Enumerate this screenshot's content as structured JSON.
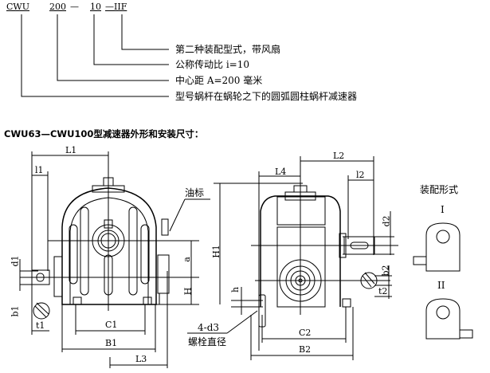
{
  "model_code": {
    "series": "CWU",
    "center_distance": "200",
    "sep1": "—",
    "ratio": "10",
    "assembly": "—IIF"
  },
  "explanations": [
    "第二种装配型式，带风扇",
    "公称传动比 i=10",
    "中心距 A=200 毫米",
    "型号蜗杆在蜗轮之下的圆弧圆柱蜗杆减速器"
  ],
  "section_title": "CWU63—CWU100型减速器外形和安装尺寸：",
  "left_view": {
    "labels": {
      "L1": "L1",
      "l1": "l1",
      "d1": "d1",
      "b1": "b1",
      "t1": "t1",
      "C1": "C1",
      "B1": "B1",
      "L3": "L3",
      "a": "a",
      "H": "H",
      "H1": "H1",
      "oil_gauge": "油标",
      "bolts": "4-d3",
      "bolts_desc": "螺栓直径"
    }
  },
  "right_view": {
    "labels": {
      "L2": "L2",
      "L4": "L4",
      "l2": "l2",
      "d2": "d2",
      "b2": "b2",
      "t2": "t2",
      "h": "h",
      "C2": "C2",
      "B2": "B2"
    }
  },
  "assembly_forms": {
    "title": "装配形式",
    "form1": "I",
    "form2": "II"
  }
}
